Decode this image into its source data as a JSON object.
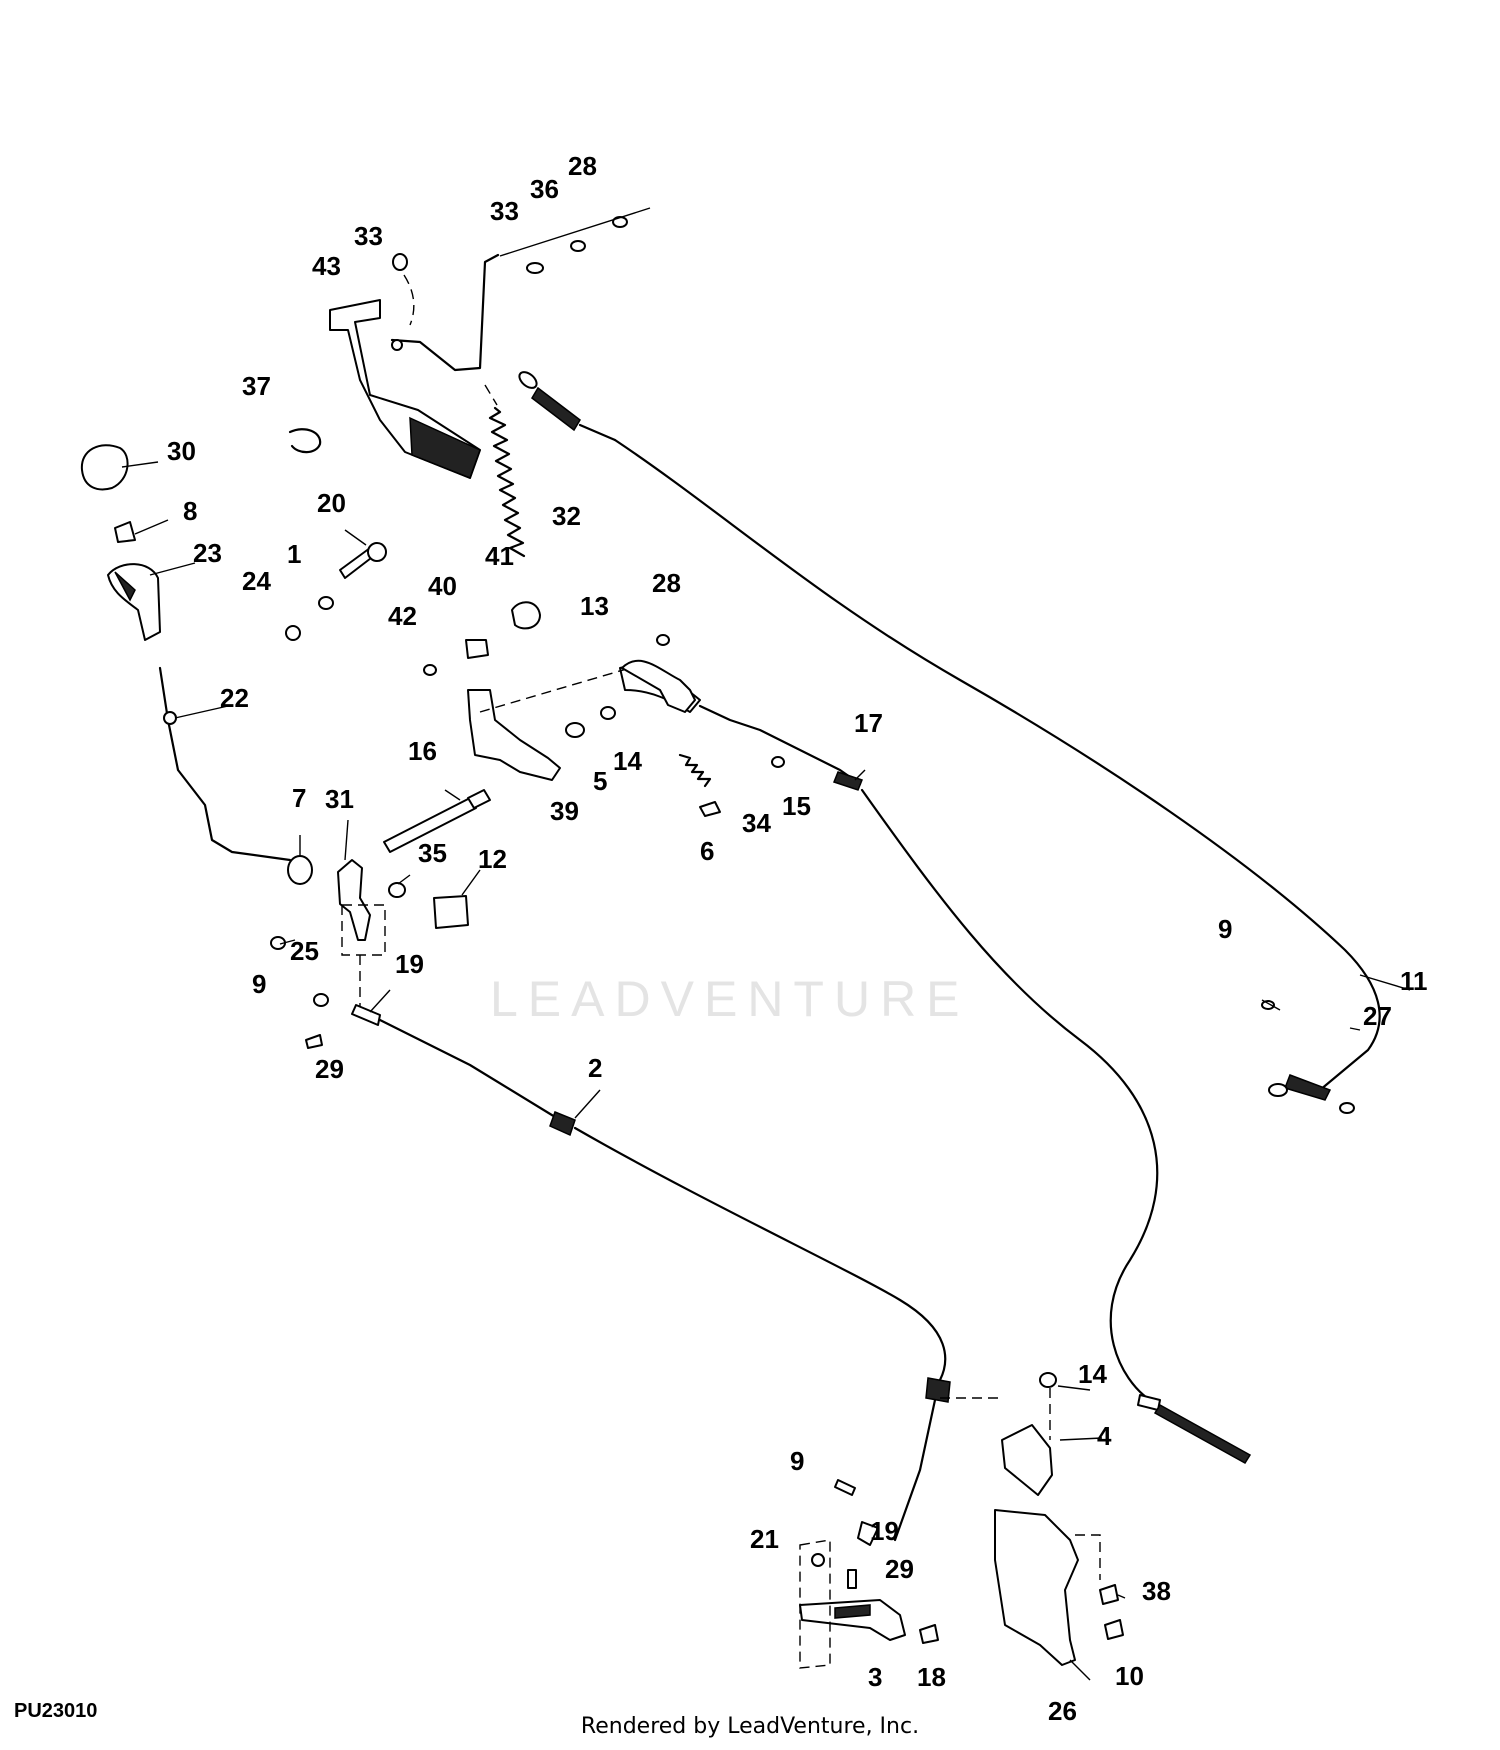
{
  "figure_id": "PU23010",
  "footer_credit": "Rendered by LeadVenture, Inc.",
  "watermark_text": "LEADVENTURE",
  "callouts": [
    "1",
    "2",
    "3",
    "4",
    "5",
    "6",
    "7",
    "8",
    "9",
    "9",
    "9",
    "10",
    "11",
    "12",
    "13",
    "14",
    "14",
    "15",
    "16",
    "17",
    "18",
    "19",
    "19",
    "20",
    "21",
    "22",
    "23",
    "24",
    "25",
    "26",
    "27",
    "28",
    "28",
    "29",
    "29",
    "30",
    "31",
    "32",
    "33",
    "33",
    "34",
    "35",
    "36",
    "37",
    "38",
    "39",
    "40",
    "41",
    "42",
    "43"
  ]
}
